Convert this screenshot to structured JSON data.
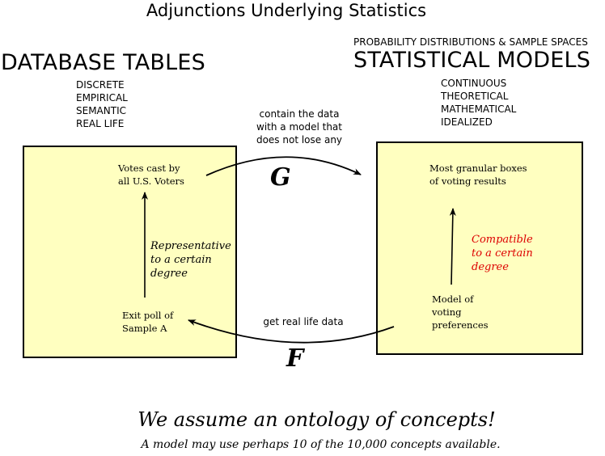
{
  "title": "Adjunctions Underlying Statistics",
  "left": {
    "heading": "DATABASE TABLES",
    "attributes": [
      "DISCRETE",
      "EMPIRICAL",
      "SEMANTIC",
      "REAL LIFE"
    ],
    "top_node": [
      "Votes cast by",
      "all U.S. Voters"
    ],
    "bottom_node": [
      "Exit poll of",
      "Sample A"
    ],
    "arrow_label": [
      "Representative",
      "to a certain",
      "degree"
    ]
  },
  "right": {
    "subheading": "PROBABILITY DISTRIBUTIONS & SAMPLE SPACES",
    "heading": "STATISTICAL MODELS",
    "attributes": [
      "CONTINUOUS",
      "THEORETICAL",
      "MATHEMATICAL",
      "IDEALIZED"
    ],
    "top_node": [
      "Most granular boxes",
      "of voting results"
    ],
    "bottom_node": [
      "Model of",
      "voting",
      "preferences"
    ],
    "arrow_label": [
      "Compatible",
      "to a certain",
      "degree"
    ],
    "arrow_label_color": "#dd0000"
  },
  "functors": {
    "G": {
      "symbol": "G",
      "label": [
        "contain the data",
        "with a model that",
        "does not lose any"
      ]
    },
    "F": {
      "symbol": "F",
      "label": [
        "get real life data"
      ]
    }
  },
  "colors": {
    "box_fill": "#ffffc0",
    "box_border": "#000000"
  },
  "footer": {
    "main": "We assume an ontology of concepts!",
    "sub": "A model may use perhaps 10 of the 10,000 concepts available."
  }
}
